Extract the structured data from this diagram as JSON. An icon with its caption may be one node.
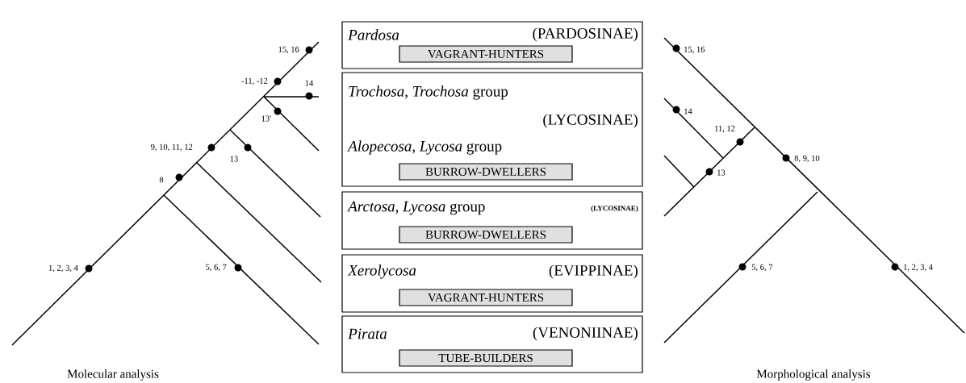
{
  "diagram": {
    "nodes": [
      {
        "text": [
          "*Pardosa*",
          "(PARDOSINAE)"
        ]
      },
      {
        "text": [
          "VAGRANT-HUNTERS"
        ],
        "in": 0
      },
      {
        "text": [
          "*Trochosa*, *Trochosa* group",
          "(LYCOSINAE)",
          "*Alopecosa*, *Lycosa* group"
        ]
      },
      {
        "text": [
          "BURROW-DWELLERS"
        ],
        "in": 2
      },
      {
        "text": [
          "*Arctosa*, *Lycosa* group",
          "(LYCOSINAE)"
        ]
      },
      {
        "text": [
          "BURROW-DWELLERS"
        ],
        "in": 4
      },
      {
        "text": [
          "*Xerolycosa*",
          "(EVIPPINAE)"
        ]
      },
      {
        "text": [
          "VAGRANT-HUNTERS"
        ],
        "in": 6
      },
      {
        "text": [
          "*Pirata*",
          "(VENONIINAE)"
        ]
      },
      {
        "text": [
          "TUBE-BUILDERS"
        ],
        "in": 8
      }
    ],
    "labels": [
      "15, 16",
      "-11, -12",
      "14",
      "13′",
      "9, 10, 11, 12",
      "13",
      "8",
      "1, 2, 3, 4",
      "5, 6, 7",
      "Molecular analysis",
      "15, 16",
      "14",
      "11, 12",
      "13",
      "8, 9, 10",
      "5, 6, 7",
      "1, 2, 3, 4",
      "Morphological analysis"
    ]
  }
}
